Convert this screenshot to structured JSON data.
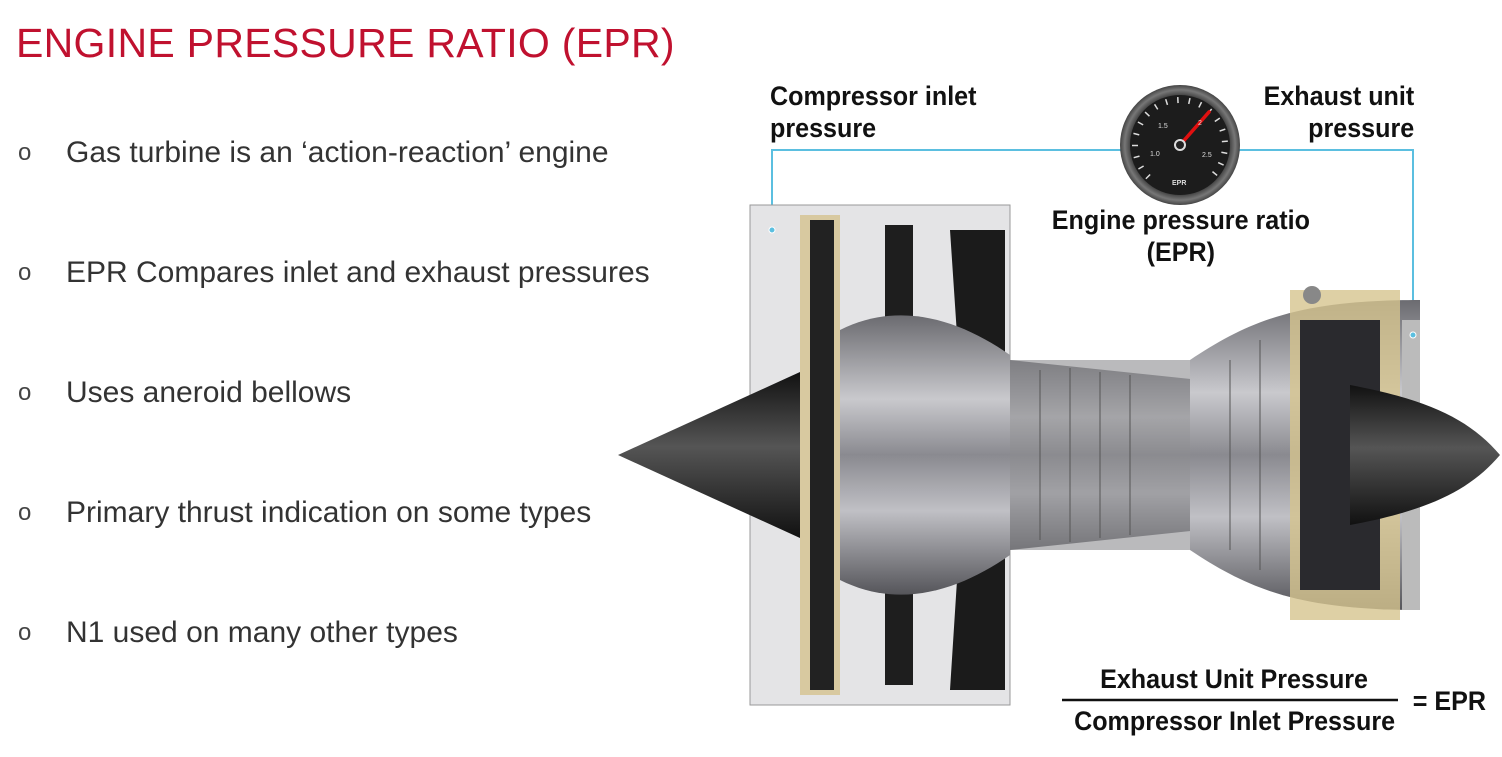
{
  "title": "ENGINE PRESSURE RATIO (EPR)",
  "bullet_marker": "o",
  "bullets": [
    "Gas turbine is an ‘action-reaction’ engine",
    "EPR Compares inlet and exhaust pressures",
    "Uses aneroid bellows",
    "Primary thrust indication on some types",
    "N1 used on many other types"
  ],
  "diagram": {
    "inlet_label_1": "Compressor inlet",
    "inlet_label_2": "pressure",
    "exhaust_label_1": "Exhaust unit",
    "exhaust_label_2": "pressure",
    "gauge_label_1": "Engine pressure ratio",
    "gauge_label_2": "(EPR)",
    "gauge": {
      "ticks": [
        "1.0",
        "1.5",
        "2",
        "2.5"
      ],
      "face_label": "EPR",
      "needle_value": 2.1
    },
    "formula": {
      "numerator": "Exhaust Unit Pressure",
      "denominator": "Compressor Inlet Pressure",
      "result": "= EPR"
    }
  },
  "colors": {
    "title": "#c0112f",
    "line": "#5bbfe0",
    "needle": "#e01010"
  }
}
